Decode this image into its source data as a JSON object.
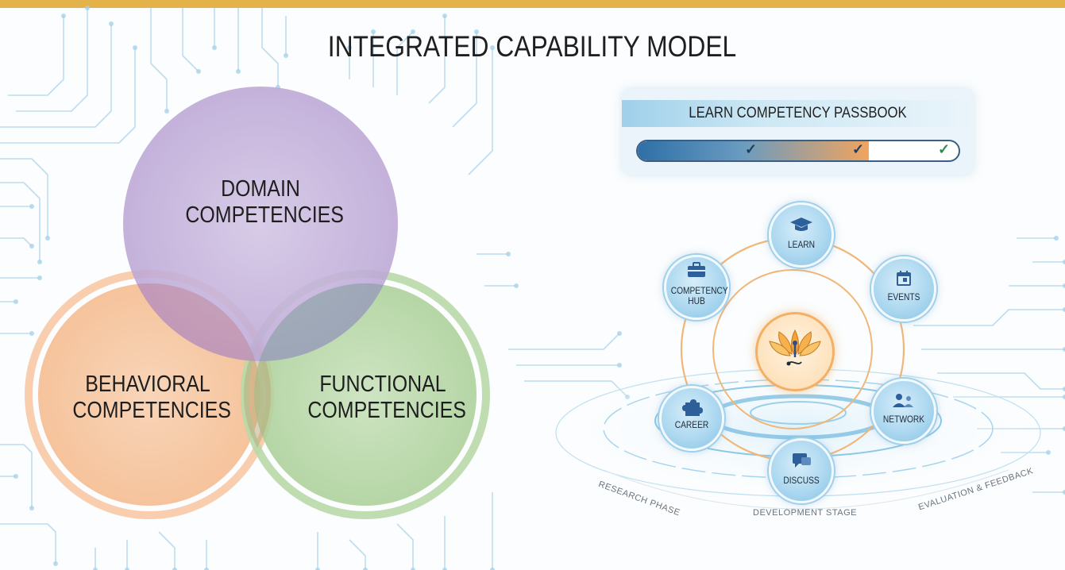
{
  "colors": {
    "top_bar": "#e3b249",
    "circuit_lines": "#a9d3ea",
    "domain_circle": "#c9b8dc",
    "behavioral_circle": "#f7c9a5",
    "functional_circle": "#b9d9a9",
    "node_fill": "#a9d6ef",
    "orbit_ring": "#f0b779",
    "center_ring": "#f3b065"
  },
  "title": "INTEGRATED CAPABILITY MODEL",
  "venn": {
    "domain": {
      "line1": "DOMAIN",
      "line2": "COMPETENCIES"
    },
    "behavioral": {
      "line1": "BEHAVIORAL",
      "line2": "COMPETENCIES"
    },
    "functional": {
      "line1": "FUNCTIONAL",
      "line2": "COMPETENCIES"
    }
  },
  "passbook": {
    "title": "LEARN COMPETENCY PASSBOOK",
    "progress_fraction": 0.72,
    "checkpoints": [
      {
        "icon": "check-icon",
        "state": "complete"
      },
      {
        "icon": "check-icon",
        "state": "complete"
      },
      {
        "icon": "check-icon",
        "state": "pending"
      }
    ]
  },
  "wheel": {
    "nodes": [
      {
        "id": "learn",
        "icon": "graduation-cap-icon",
        "label_line1": "LEARN",
        "label_line2": ""
      },
      {
        "id": "events",
        "icon": "calendar-icon",
        "label_line1": "EVENTS",
        "label_line2": ""
      },
      {
        "id": "network",
        "icon": "people-icon",
        "label_line1": "NETWORK",
        "label_line2": ""
      },
      {
        "id": "discuss",
        "icon": "chat-bubble-icon",
        "label_line1": "DISCUSS",
        "label_line2": ""
      },
      {
        "id": "career",
        "icon": "puzzle-icon",
        "label_line1": "CAREER",
        "label_line2": ""
      },
      {
        "id": "competency_hub",
        "icon": "briefcase-icon",
        "label_line1": "COMPETENCY",
        "label_line2": "HUB"
      }
    ],
    "center_icon": "lotus-logo-icon"
  },
  "stages": {
    "research": "RESEARCH PHASE",
    "development": "DEVELOPMENT STAGE",
    "evaluation": "EVALUATION & FEEDBACK"
  }
}
